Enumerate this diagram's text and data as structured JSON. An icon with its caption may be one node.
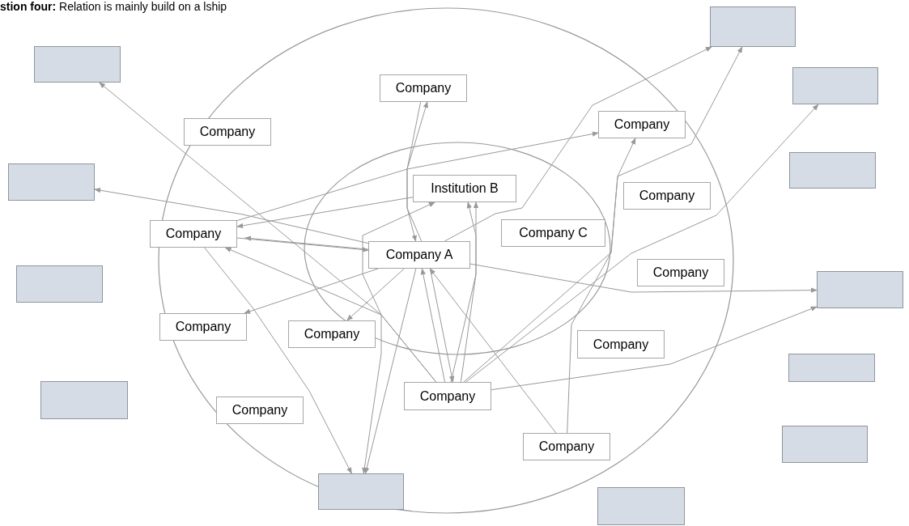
{
  "diagram": {
    "title": "**stion four:** Relation is mainly build on a lship",
    "nodes": [
      {
        "text": [],
        "shape": "box"
      },
      {
        "text": [],
        "shape": "box"
      },
      {
        "text": [],
        "shape": "box"
      },
      {
        "text": [
          "Company"
        ]
      },
      {
        "text": [
          "Company"
        ]
      },
      {
        "text": [
          "Company"
        ]
      },
      {
        "text": [],
        "shape": "box"
      },
      {
        "text": [],
        "shape": "box"
      },
      {
        "text": [
          "Institution B"
        ]
      },
      {
        "text": [
          "Company"
        ]
      },
      {
        "text": [
          "Company C"
        ]
      },
      {
        "text": [
          "Company"
        ]
      },
      {
        "text": [
          "Company A"
        ]
      },
      {
        "text": [
          "Company"
        ]
      },
      {
        "text": [],
        "shape": "box"
      },
      {
        "text": [],
        "shape": "box"
      },
      {
        "text": [
          "Company"
        ]
      },
      {
        "text": [
          "Company"
        ]
      },
      {
        "text": [
          "Company"
        ]
      },
      {
        "text": [],
        "shape": "box"
      },
      {
        "text": [],
        "shape": "box"
      },
      {
        "text": [
          "Company"
        ]
      },
      {
        "text": [
          "Company"
        ]
      },
      {
        "text": [],
        "shape": "box"
      },
      {
        "text": [
          "Company"
        ]
      },
      {
        "text": [],
        "shape": "box"
      },
      {
        "text": [],
        "shape": "box"
      }
    ],
    "edges": [
      {
        "from": 21,
        "to": 1,
        "arrow": "to"
      },
      {
        "from": 21,
        "to": 11,
        "arrow": "to"
      },
      {
        "from": 12,
        "to": 7,
        "arrow": "to"
      },
      {
        "from": 11,
        "to": 12,
        "arrow": "to"
      },
      {
        "from": 11,
        "to": 4,
        "arrow": "to"
      },
      {
        "from": 8,
        "to": 11,
        "arrow": "to"
      },
      {
        "from": 12,
        "to": 11,
        "arrow": "to"
      },
      {
        "from": 3,
        "to": 12,
        "arrow": "to"
      },
      {
        "from": 12,
        "to": 3,
        "arrow": "to"
      },
      {
        "from": 12,
        "to": 16,
        "arrow": "to"
      },
      {
        "from": 12,
        "to": 17,
        "arrow": "to"
      },
      {
        "from": 21,
        "to": 8,
        "arrow": "to"
      },
      {
        "from": 21,
        "to": 8,
        "arrow": "to"
      },
      {
        "from": 21,
        "to": 12,
        "arrow": "to"
      },
      {
        "from": 12,
        "to": 21,
        "arrow": "to"
      },
      {
        "from": 11,
        "to": 25,
        "arrow": "to"
      },
      {
        "from": 8,
        "to": 25,
        "arrow": "both"
      },
      {
        "from": 12,
        "to": 25,
        "arrow": "to"
      },
      {
        "from": 21,
        "to": 0,
        "arrow": "to"
      },
      {
        "from": 12,
        "to": 0,
        "arrow": "to"
      },
      {
        "from": 21,
        "to": 2,
        "arrow": "to"
      },
      {
        "from": 24,
        "to": 4,
        "arrow": "to"
      },
      {
        "from": 24,
        "to": 12,
        "arrow": "to"
      },
      {
        "from": 21,
        "to": 15,
        "arrow": "to"
      },
      {
        "from": 12,
        "to": 15,
        "arrow": "to"
      }
    ]
  }
}
